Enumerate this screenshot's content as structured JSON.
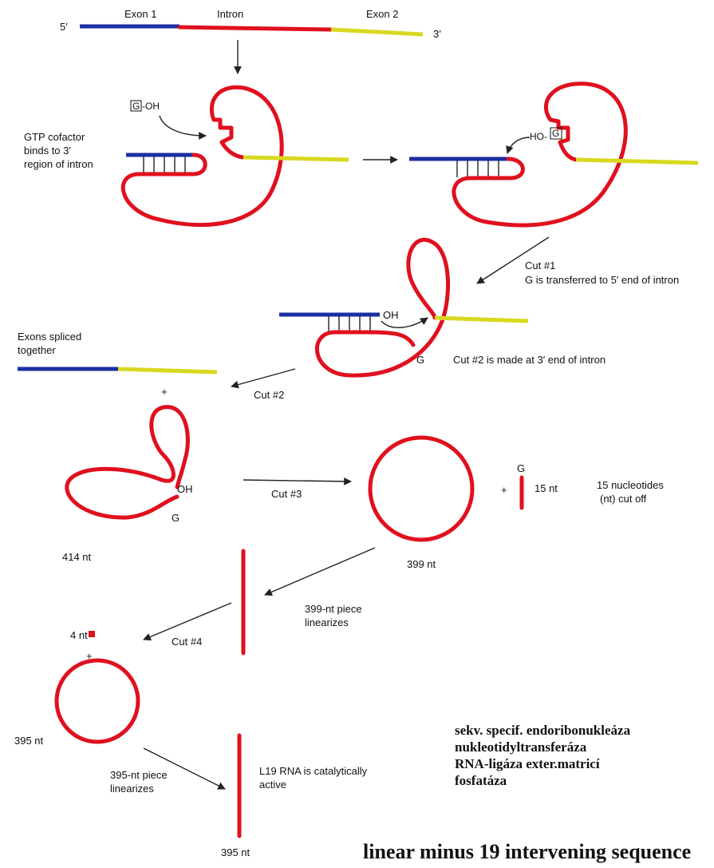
{
  "colors": {
    "exon1": "#1a2fa0",
    "intron": "#e0101e",
    "exon2": "#d8d820"
  },
  "top": {
    "exon1": "Exon 1",
    "intron": "Intron",
    "exon2": "Exon 2",
    "five_prime": "5′",
    "three_prime": "3′"
  },
  "step1": {
    "goh": "G",
    "oh": "-OH",
    "gtp_label_1": "GTP cofactor",
    "gtp_label_2": "binds to 3′",
    "gtp_label_3": "region of intron"
  },
  "step2": {
    "ho_g": "HO-",
    "g": "G"
  },
  "cut1": {
    "title": "Cut #1",
    "desc": "G is transferred to 5′ end of intron"
  },
  "step3": {
    "oh": "OH",
    "g": "G",
    "cut2_desc": "Cut #2 is made at 3′ end of intron"
  },
  "spliced": {
    "line1": "Exons spliced",
    "line2": "together",
    "plus": "+",
    "cut2": "Cut #2"
  },
  "lariat": {
    "oh": "OH",
    "g": "G",
    "size": "414 nt",
    "cut3": "Cut #3"
  },
  "circle399": {
    "size": "399 nt",
    "plus": "+",
    "g": "G",
    "frag": "15 nt",
    "note1": "15 nucleotides",
    "note2": "(nt) cut off"
  },
  "linear399": {
    "line1": "399-nt piece",
    "line2": "linearizes",
    "cut4": "Cut #4",
    "frag": "4 nt",
    "plus": "+"
  },
  "circle395": {
    "size": "395 nt"
  },
  "linear395": {
    "line1": "395-nt piece",
    "line2": "linearizes",
    "active1": "L19 RNA is catalytically",
    "active2": "active",
    "size": "395 nt"
  },
  "enzymes": [
    "sekv. specif. endoribonukleáza",
    "nukleotidyltransferáza",
    "RNA-ligáza exter.matricí",
    "fosfatáza"
  ],
  "footer": "linear minus 19 intervening sequence"
}
